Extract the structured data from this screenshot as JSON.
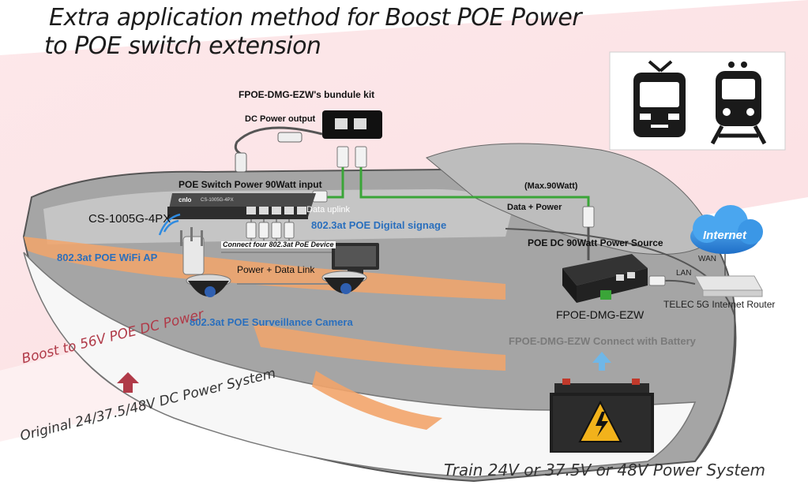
{
  "title": {
    "line1": "Extra application method for Boost POE Power",
    "line2": "to POE switch extension"
  },
  "labels": {
    "kit": "FPOE-DMG-EZW's bundule kit",
    "dc_output": "DC Power output",
    "switch_input": "POE Switch Power 90Watt input",
    "switch_model": "CS-1005G-4PX",
    "switch_brand": "cnlo",
    "switch_small": "CS-1005G-4PX",
    "data_uplink": "Data uplink",
    "digital_signage": "802.3at POE Digital signage",
    "wifi_ap": "802.3at  POE WiFi AP",
    "connect_four": "Connect four 802.3at PoE Device",
    "power_data_link": "Power + Data Link",
    "camera": "802.3at POE Surveillance Camera",
    "max90": "(Max.90Watt)",
    "data_power": "Data + Power",
    "source": "POE DC 90Watt Power Source",
    "fpoe_model": "FPOE-DMG-EZW",
    "battery_connect": "FPOE-DMG-EZW Connect with Battery",
    "boost": "Boost to 56V POE DC Power",
    "original": "Original 24/37.5/48V DC Power System",
    "train_power": "Train 24V or 37.5V or 48V Power System",
    "internet": "Internet",
    "wan": "WAN",
    "lan": "LAN",
    "router": "TELEC 5G Internet Router"
  },
  "icons": [
    "train-front-icon",
    "train-outline-icon",
    "cloud-icon",
    "router-icon",
    "battery-icon",
    "high-voltage-warning-icon",
    "wifi-signal-icon",
    "dome-camera-icon",
    "monitor-icon",
    "ethernet-plug-icon",
    "up-arrow-icon"
  ],
  "colors": {
    "cable_green": "#3aa538",
    "label_blue": "#2a6fbd",
    "boost_red": "#b03a48",
    "stripe_orange": "#f2a46a",
    "train_grey": "#9a9a9a",
    "internet_blue": "#2f8be0"
  }
}
